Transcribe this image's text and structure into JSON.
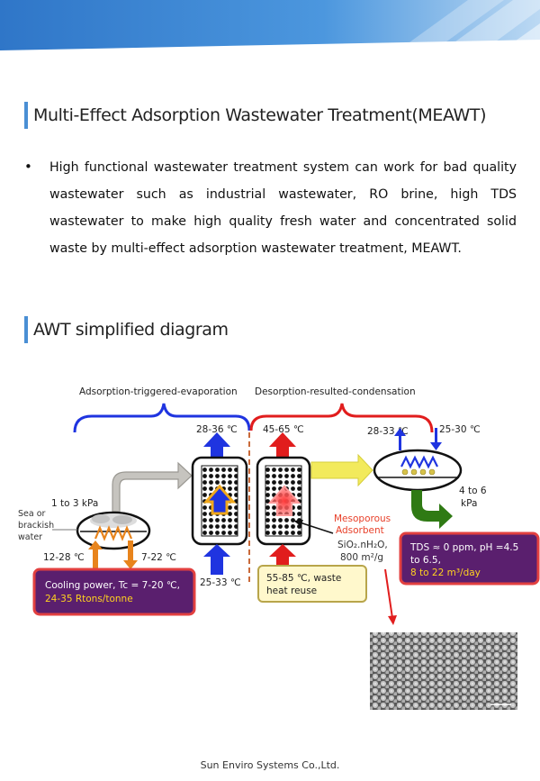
{
  "document": {
    "section1_title": "Multi-Effect Adsorption Wastewater Treatment(MEAWT)",
    "bullet_symbol": "•",
    "bullet_text": "High functional wastewater treatment system can work for bad quality wastewater such as industrial wastewater, RO brine, high TDS wastewater to make high quality fresh water and concentrated solid waste by multi-effect adsorption wastewater treatment, MEAWT.",
    "section2_title": "AWT simplified diagram",
    "footer": "Sun Enviro Systems Co.,Ltd."
  },
  "diagram": {
    "brace_left_label": "Adsorption-triggered-evaporation",
    "brace_right_label": "Desorption-resulted-condensation",
    "temp_top_left": "28-36 ℃",
    "temp_top_mid": "45-65 ℃",
    "temp_top_right_a": "28-33 ℃",
    "temp_top_right_b": "25-30 ℃",
    "pressure_left": "1 to 3 kPa",
    "pressure_right_a": "4 to 6",
    "pressure_right_b": "kPa",
    "source_line1": "Sea or",
    "source_line2": "brackish",
    "source_line3": "water",
    "temp_bottom_left_a": "12-28 ℃",
    "temp_bottom_left_b": "7-22 ℃",
    "temp_bottom_mid": "25-33 ℃",
    "adsorbent_line1": "Mesoporous",
    "adsorbent_line2": "Adsorbent",
    "adsorbent_formula": "SiO₂.nH₂O,",
    "adsorbent_area": "800 m²/g",
    "cooling_line1": "Cooling power, Tc = 7-20 ℃,",
    "cooling_line2": "24-35 Rtons/tonne",
    "waste_heat_line1": "55-85 ℃, waste",
    "waste_heat_line2": "heat reuse",
    "output_line1": "TDS ≈ 0 ppm, pH =4.5",
    "output_line2": "to 6.5,",
    "output_line3": "8 to 22 m³/day"
  },
  "colors": {
    "blue": "#1f34e0",
    "red": "#e11d1d",
    "gray_arrow": "#c6c4bf",
    "yellow_arrow": "#f2ea5c",
    "green_arrow": "#2f7a14",
    "orange": "#e8841c",
    "purple_box": "#5a1f6e",
    "accent_text": "#ffd21f"
  }
}
